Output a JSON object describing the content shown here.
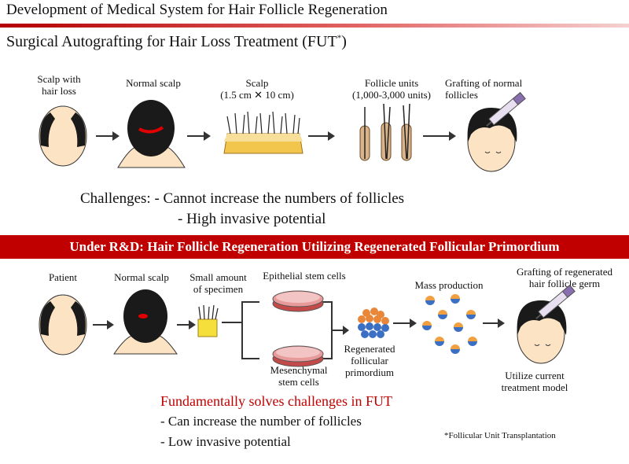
{
  "header": {
    "title": "Development of  Medical System for Hair Follicle Regeneration"
  },
  "section1": {
    "title": "Surgical Autografting for Hair Loss Treatment (FUT",
    "title_sup": "*",
    "title_end": ")",
    "steps": [
      {
        "line1": "Scalp with",
        "line2": "hair loss"
      },
      {
        "line1": "Normal scalp",
        "line2": ""
      },
      {
        "line1": "Scalp",
        "line2": "(1.5 cm ✕ 10 cm)"
      },
      {
        "line1": "Follicle units",
        "line2": "(1,000-3,000 units)"
      },
      {
        "line1": "Grafting  of normal",
        "line2": "follicles"
      }
    ],
    "challenges_label": "Challenges:",
    "challenges": [
      "-  Cannot increase the numbers of follicles",
      "-  High invasive potential"
    ]
  },
  "banner": {
    "text": "Under R&D: Hair Follicle Regeneration Utilizing Regenerated Follicular Primordium"
  },
  "section2": {
    "patient": "Patient",
    "normal_scalp": "Normal scalp",
    "specimen": [
      "Small amount",
      "of specimen"
    ],
    "epithelial": "Epithelial stem cells",
    "mesenchymal": [
      "Mesenchymal",
      "stem cells"
    ],
    "regenerated": [
      "Regenerated",
      "follicular",
      "primordium"
    ],
    "mass": "Mass production",
    "grafting": [
      "Grafting  of regenerated",
      "hair follicle germ"
    ],
    "utilize": [
      "Utilize current",
      "treatment model"
    ]
  },
  "result": {
    "solves": "Fundamentally solves challenges in FUT",
    "benefits": [
      "- Can increase the number of follicles",
      "- Low invasive potential"
    ],
    "footnote": "*Follicular  Unit Transplantation"
  },
  "colors": {
    "accent": "#c00000",
    "skin": "#fbe3c4",
    "hair": "#1a1a1a",
    "dish": "#c44a4a"
  }
}
